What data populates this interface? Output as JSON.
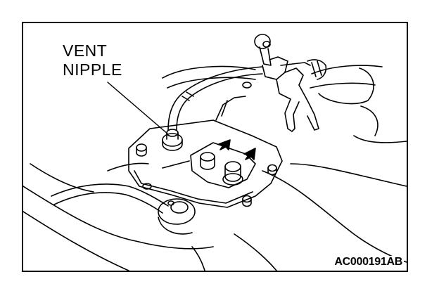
{
  "callout": {
    "line1": "VENT",
    "line2": "NIPPLE"
  },
  "reference_code": "AC000191AB",
  "colors": {
    "ink": "#000000",
    "paper": "#ffffff"
  }
}
